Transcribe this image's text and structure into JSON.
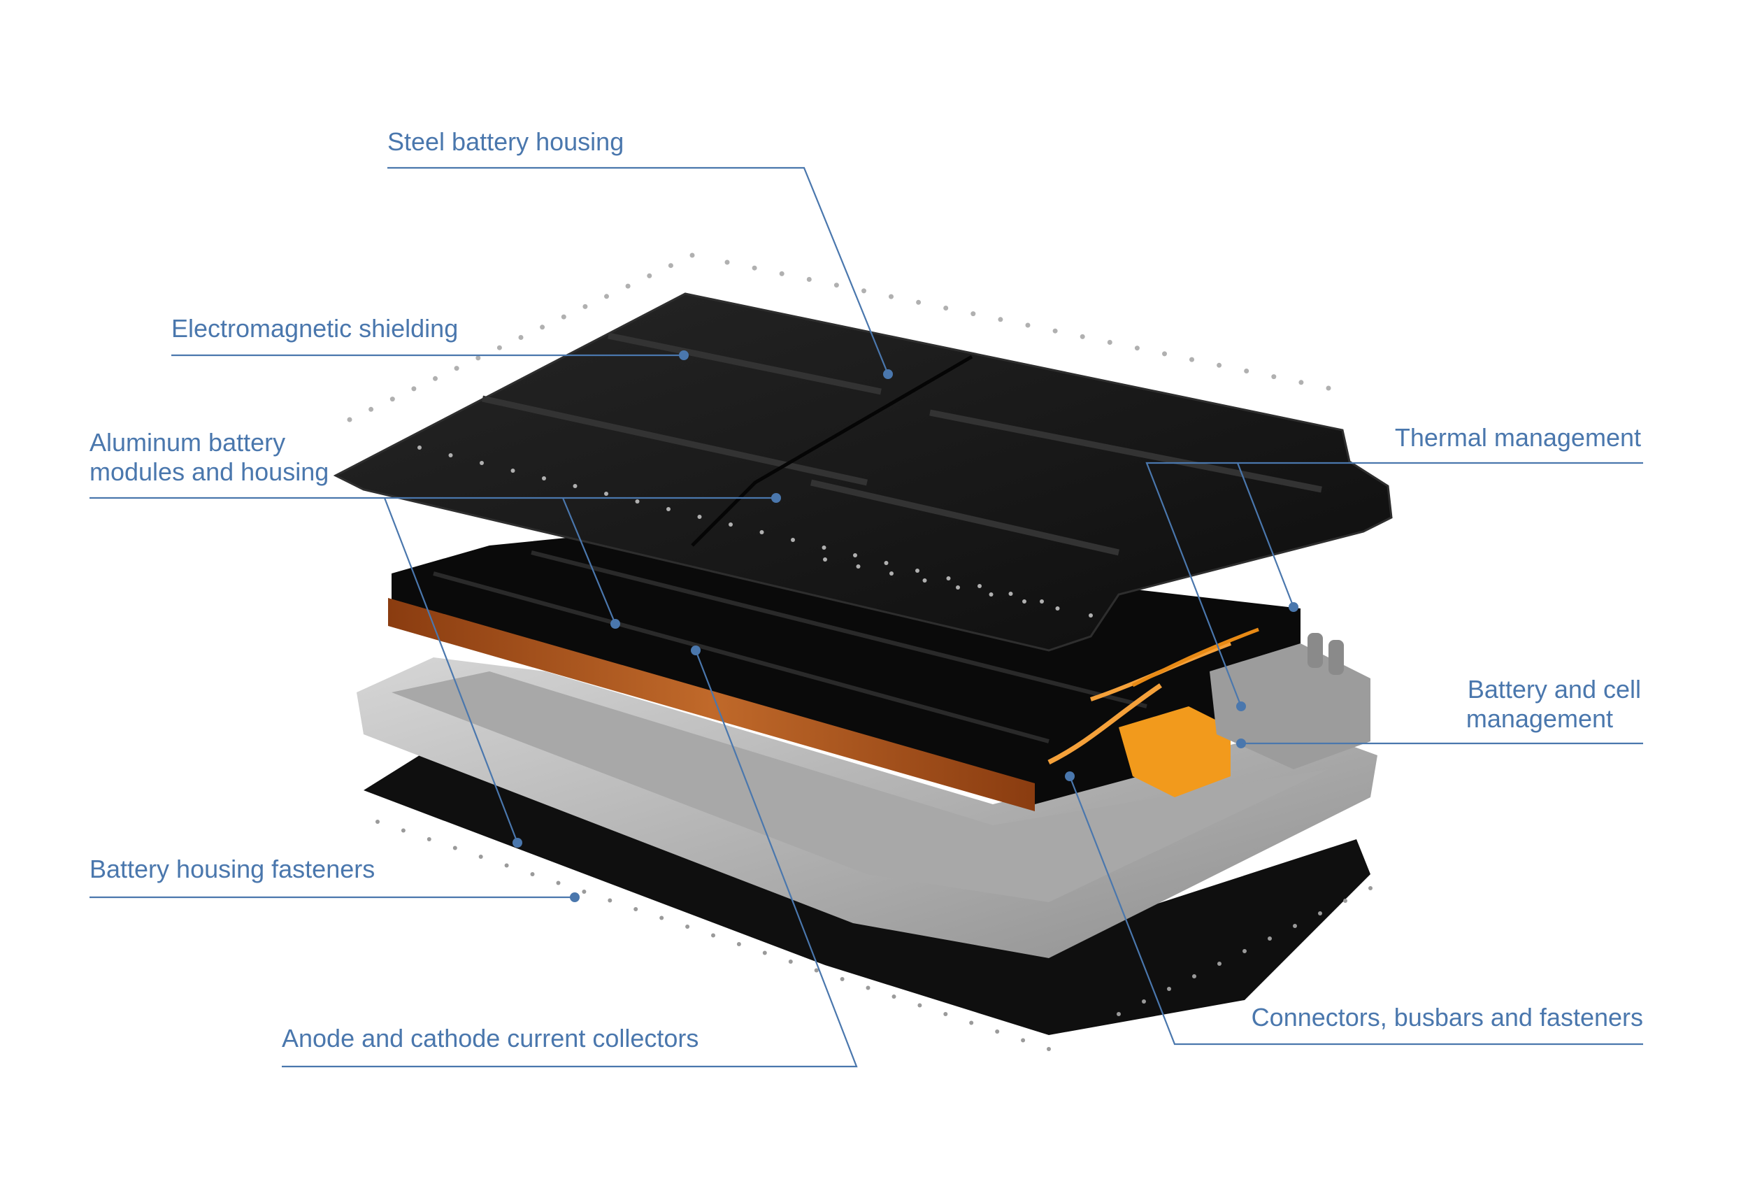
{
  "labels": {
    "steel_housing": "Steel battery housing",
    "em_shielding": "Electromagnetic shielding",
    "aluminum_modules_line1": "Aluminum battery",
    "aluminum_modules_line2": "modules and housing",
    "housing_fasteners": "Battery housing  fasteners",
    "current_collectors": "Anode and cathode current collectors",
    "thermal_management": "Thermal management",
    "bms_line1": "Battery and cell",
    "bms_line2": "management",
    "connectors": "Connectors, busbars and fasteners"
  },
  "colors": {
    "label": "#4a77ad",
    "housing_dark": "#111111",
    "module_dark": "#0a0a0a",
    "tray_silver": "#b9b9b9",
    "collector_copper": "#b0581e",
    "bms_orange": "#f29a1c",
    "background": "#ffffff"
  }
}
